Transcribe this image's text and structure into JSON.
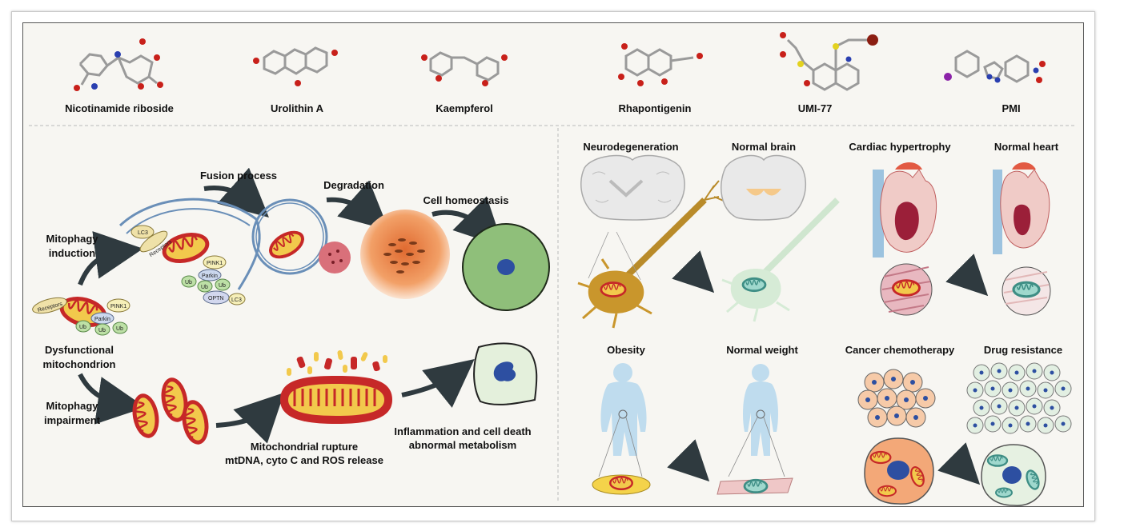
{
  "compounds": [
    {
      "name": "Nicotinamide riboside"
    },
    {
      "name": "Urolithin A"
    },
    {
      "name": "Kaempferol"
    },
    {
      "name": "Rhapontigenin"
    },
    {
      "name": "UMI-77"
    },
    {
      "name": "PMI"
    }
  ],
  "mechanism": {
    "mitophagy_induction": "Mitophagy\ninduction",
    "fusion_process": "Fusion process",
    "degradation": "Degradation",
    "cell_homeostasis": "Cell homeostasis",
    "dysfunctional": "Dysfunctional\nmitochondrion",
    "mitophagy_impairment": "Mitophagy\nimpairment",
    "rupture": "Mitochondrial rupture\nmtDNA, cyto C and ROS release",
    "inflammation": "Inflammation and cell death\nabnormal metabolism",
    "tags": {
      "receptors": "Receptors",
      "lc3": "LC3",
      "pink1": "PINK1",
      "parkin": "Parkin",
      "ub": "Ub",
      "optn": "OPTN"
    }
  },
  "diseases": {
    "neurodegeneration": "Neurodegeneration",
    "normal_brain": "Normal brain",
    "cardiac_hypertrophy": "Cardiac hypertrophy",
    "normal_heart": "Normal heart",
    "obesity": "Obesity",
    "normal_weight": "Normal weight",
    "cancer_chemo": "Cancer chemotherapy",
    "drug_resistance": "Drug resistance"
  },
  "colors": {
    "mito_red": "#c62828",
    "mito_yellow": "#f2c94c",
    "tissue_teal": "#6fbfb0",
    "nucleus_blue": "#2d4fa1",
    "cell_green": "#8fbf7a",
    "cell_orange": "#f0a060"
  }
}
